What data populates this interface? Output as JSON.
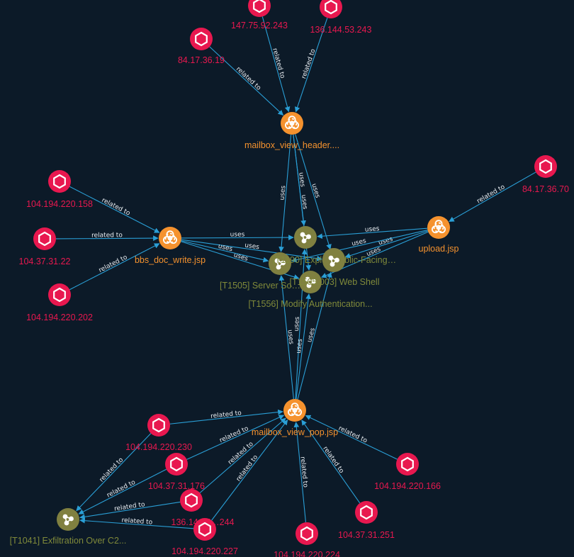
{
  "colors": {
    "background": "#0c1a28",
    "edge": "#2a9fd6",
    "edge_label": "#e8eef3",
    "ip_node": "#e8184f",
    "malware_node": "#f5922e",
    "technique_node": "#808040",
    "ip_label": "#e8184f",
    "malware_label": "#f5922e",
    "technique_label": "#808a3a"
  },
  "nodes": [
    {
      "id": "ip1",
      "type": "ip",
      "icon": "hexagon-icon",
      "label": "147.75.92.243"
    },
    {
      "id": "ip2",
      "type": "ip",
      "icon": "hexagon-icon",
      "label": "136.144.53.243"
    },
    {
      "id": "ip3",
      "type": "ip",
      "icon": "hexagon-icon",
      "label": "84.17.36.19"
    },
    {
      "id": "ip4",
      "type": "ip",
      "icon": "hexagon-icon",
      "label": "84.17.36.70"
    },
    {
      "id": "ip5",
      "type": "ip",
      "icon": "hexagon-icon",
      "label": "104.194.220.158"
    },
    {
      "id": "ip6",
      "type": "ip",
      "icon": "hexagon-icon",
      "label": "104.37.31.22"
    },
    {
      "id": "ip7",
      "type": "ip",
      "icon": "hexagon-icon",
      "label": "104.194.220.202"
    },
    {
      "id": "ip8",
      "type": "ip",
      "icon": "hexagon-icon",
      "label": "104.194.220.230"
    },
    {
      "id": "ip9",
      "type": "ip",
      "icon": "hexagon-icon",
      "label": "104.37.31.176"
    },
    {
      "id": "ip10",
      "type": "ip",
      "icon": "hexagon-icon",
      "label": "136.144.5…244"
    },
    {
      "id": "ip11",
      "type": "ip",
      "icon": "hexagon-icon",
      "label": "104.194.220.227"
    },
    {
      "id": "ip12",
      "type": "ip",
      "icon": "hexagon-icon",
      "label": "104.194.220.224"
    },
    {
      "id": "ip13",
      "type": "ip",
      "icon": "hexagon-icon",
      "label": "104.37.31.251"
    },
    {
      "id": "ip14",
      "type": "ip",
      "icon": "hexagon-icon",
      "label": "104.194.220.166"
    },
    {
      "id": "mw1",
      "type": "malware",
      "icon": "biohazard-icon",
      "label": "mailbox_view_header...."
    },
    {
      "id": "mw2",
      "type": "malware",
      "icon": "biohazard-icon",
      "label": "bbs_doc_write.jsp"
    },
    {
      "id": "mw3",
      "type": "malware",
      "icon": "biohazard-icon",
      "label": "upload.jsp"
    },
    {
      "id": "mw4",
      "type": "malware",
      "icon": "biohazard-icon",
      "label": "mailbox_view_pop.jsp"
    },
    {
      "id": "t1",
      "type": "technique",
      "icon": "attack-pattern-icon",
      "label": ""
    },
    {
      "id": "t2",
      "type": "technique",
      "icon": "attack-pattern-icon",
      "label": "[T1505] Server So…"
    },
    {
      "id": "t3",
      "type": "technique",
      "icon": "attack-pattern-icon",
      "label": "[T1190] Exploit Public-Facing…"
    },
    {
      "id": "t4",
      "type": "technique",
      "icon": "attack-pattern-icon",
      "label": "[T1556] Modify Authentication..."
    },
    {
      "id": "t5",
      "type": "technique",
      "icon": "attack-pattern-icon",
      "label": "[T1505.003] Web Shell"
    },
    {
      "id": "t6",
      "type": "technique",
      "icon": "attack-pattern-icon",
      "label": "[T1041] Exfiltration Over C2..."
    }
  ],
  "edges": [
    {
      "from": "ip1",
      "to": "mw1",
      "label": "related to"
    },
    {
      "from": "ip2",
      "to": "mw1",
      "label": "related to"
    },
    {
      "from": "ip3",
      "to": "mw1",
      "label": "related to"
    },
    {
      "from": "mw1",
      "to": "t2",
      "label": "uses"
    },
    {
      "from": "mw1",
      "to": "t1",
      "label": "uses"
    },
    {
      "from": "mw1",
      "to": "t4",
      "label": "uses"
    },
    {
      "from": "mw1",
      "to": "t5",
      "label": "uses"
    },
    {
      "from": "ip4",
      "to": "mw3",
      "label": "related to"
    },
    {
      "from": "mw3",
      "to": "t1",
      "label": "uses"
    },
    {
      "from": "mw3",
      "to": "t5",
      "label": "uses"
    },
    {
      "from": "mw3",
      "to": "t4",
      "label": "uses"
    },
    {
      "from": "mw3",
      "to": "t2",
      "label": "uses"
    },
    {
      "from": "ip5",
      "to": "mw2",
      "label": "related to"
    },
    {
      "from": "ip6",
      "to": "mw2",
      "label": "related to"
    },
    {
      "from": "ip7",
      "to": "mw2",
      "label": "related to"
    },
    {
      "from": "mw2",
      "to": "t1",
      "label": "uses"
    },
    {
      "from": "mw2",
      "to": "t5",
      "label": "uses"
    },
    {
      "from": "mw2",
      "to": "t4",
      "label": "uses"
    },
    {
      "from": "mw2",
      "to": "t2",
      "label": "uses"
    },
    {
      "from": "mw4",
      "to": "t2",
      "label": "uses"
    },
    {
      "from": "mw4",
      "to": "t1",
      "label": "uses"
    },
    {
      "from": "mw4",
      "to": "t4",
      "label": "uses"
    },
    {
      "from": "mw4",
      "to": "t5",
      "label": "uses"
    },
    {
      "from": "ip8",
      "to": "mw4",
      "label": "related to"
    },
    {
      "from": "ip9",
      "to": "mw4",
      "label": "related to"
    },
    {
      "from": "ip10",
      "to": "mw4",
      "label": "related to"
    },
    {
      "from": "ip11",
      "to": "mw4",
      "label": "related to"
    },
    {
      "from": "ip12",
      "to": "mw4",
      "label": "related to"
    },
    {
      "from": "ip13",
      "to": "mw4",
      "label": "related to"
    },
    {
      "from": "ip14",
      "to": "mw4",
      "label": "related to"
    },
    {
      "from": "ip8",
      "to": "t6",
      "label": "related to"
    },
    {
      "from": "ip9",
      "to": "t6",
      "label": "related to"
    },
    {
      "from": "ip10",
      "to": "t6",
      "label": "related to"
    },
    {
      "from": "ip11",
      "to": "t6",
      "label": "related to"
    }
  ]
}
